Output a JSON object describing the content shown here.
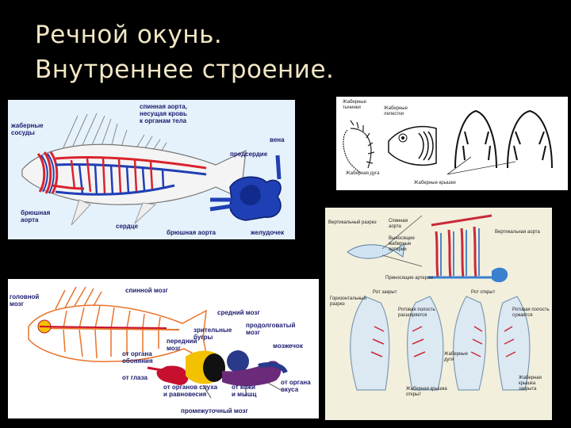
{
  "slide": {
    "title_line1": "Речной окунь.",
    "title_line2": "Внутреннее строение."
  },
  "circulatory": {
    "spinal_aorta": "спинная аорта,\nнесущая кровь\nк органам тела",
    "gill_vessels": "жаберные\nсосуды",
    "vein": "вена",
    "atrium": "предсердие",
    "abdominal_aorta_left": "брюшная\nаорта",
    "heart": "сердце",
    "abdominal_aorta": "брюшная аорта",
    "ventricle": "желудочек"
  },
  "gills": {
    "gill_rakers": "Жаберные\nтычинки",
    "gill_filaments": "Жаберные\nлепестки",
    "gill_arch": "Жаберная дуга",
    "gill_slits": "Жаберные крышки"
  },
  "gill_flow": {
    "l1": "Вертикальный разрез",
    "l2": "Спинная\nаорта",
    "l3": "Выносящие\nжаберные\nартерии",
    "l4": "Вертикальная аорта",
    "l5": "Приносящие артерии",
    "l6": "Рот закрыт",
    "l7": "Рот открыт",
    "l8": "Горизонтальный\nразрез",
    "l9": "Ротовая полость\nрасширяется",
    "l10": "Ротовая полость\nсужается",
    "l11": "Жаберные\nдуги",
    "l12": "Жаберная крышка\nоткрыт",
    "l13": "Жаберная\nкрышка\nзакрыта"
  },
  "nervous": {
    "head_brain": "головной\nмозг",
    "spinal_brain": "спинной мозг",
    "midbrain": "средний мозг",
    "optic_lobes": "зрительные\nбугры",
    "forebrain": "передний\nмозг",
    "medulla": "продолговатый\nмозг",
    "cerebellum": "мозжечок",
    "from_smell": "от органа\nобоняния",
    "from_eyes": "от глаза",
    "from_hearing": "от органов слуха\nи равновесия",
    "from_skin": "от кожи\nи мышц",
    "from_taste": "от органа\nвкуса",
    "diencephalon": "промежуточный мозг"
  },
  "colors": {
    "title": "#f2e7c4",
    "artery": "#d9232e",
    "vein": "#1f3fb5",
    "brain_red": "#c8102e",
    "brain_yellow": "#f2c200",
    "brain_blue": "#2a3a8a",
    "brain_purple": "#6b2a7a",
    "fish_orange": "#e8742c"
  }
}
